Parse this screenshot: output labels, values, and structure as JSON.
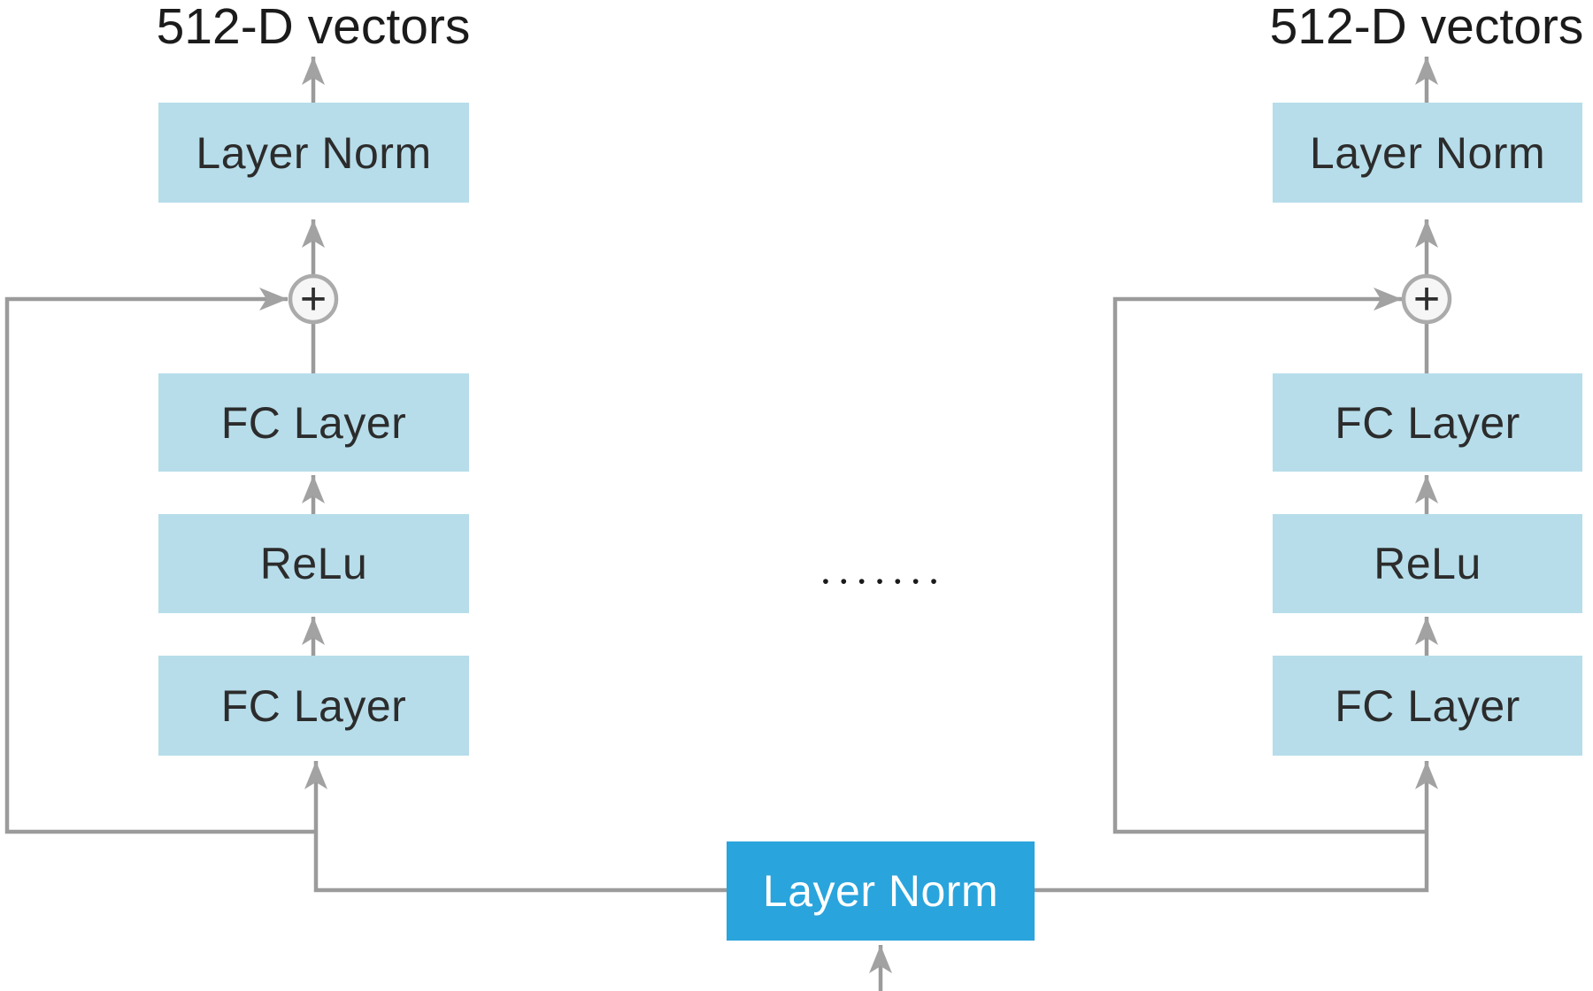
{
  "diagram": {
    "left_branch": {
      "output_label": "512-D vectors",
      "layer_norm_label": "Layer Norm",
      "fc_top_label": "FC Layer",
      "relu_label": "ReLu",
      "fc_bottom_label": "FC Layer",
      "add_symbol": "+"
    },
    "right_branch": {
      "output_label": "512-D vectors",
      "layer_norm_label": "Layer Norm",
      "fc_top_label": "FC Layer",
      "relu_label": "ReLu",
      "fc_bottom_label": "FC Layer",
      "add_symbol": "+"
    },
    "bottom_block": {
      "layer_norm_label": "Layer Norm"
    },
    "ellipsis_dots": "•••••••",
    "colors": {
      "box_light": "#B7DDEA",
      "box_accent": "#2AA4DC",
      "connector_gray": "#9B9B9B",
      "arrowhead_gray": "#A2A2A2",
      "add_circle_fill": "#F6F6F6",
      "add_circle_stroke": "#ABABAB",
      "text_dark": "#2C2C2C",
      "text_on_accent": "#FFFFFF"
    }
  }
}
